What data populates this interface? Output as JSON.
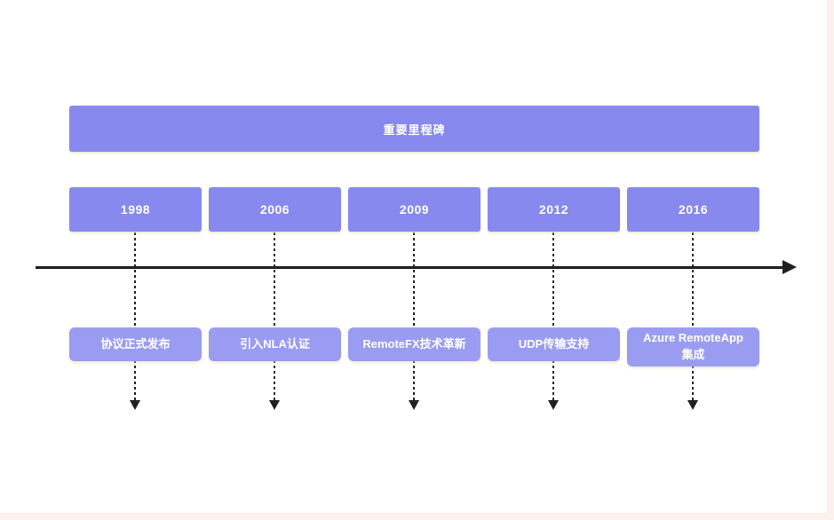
{
  "header": {
    "label": "重要里程碑"
  },
  "milestones": [
    {
      "year": "1998",
      "description": "协议正式发布"
    },
    {
      "year": "2006",
      "description": "引入NLA认证"
    },
    {
      "year": "2009",
      "description": "RemoteFX技术革新"
    },
    {
      "year": "2012",
      "description": "UDP传输支持"
    },
    {
      "year": "2016",
      "description": "Azure RemoteApp集成"
    }
  ],
  "colors": {
    "header_box": "#8789ee",
    "year_box": "#8789ee",
    "description_box": "#9a9cf2",
    "axis": "#202020",
    "text": "#ffffff",
    "canvas_background": "#ffffff",
    "page_background": "#fcf1ed"
  }
}
